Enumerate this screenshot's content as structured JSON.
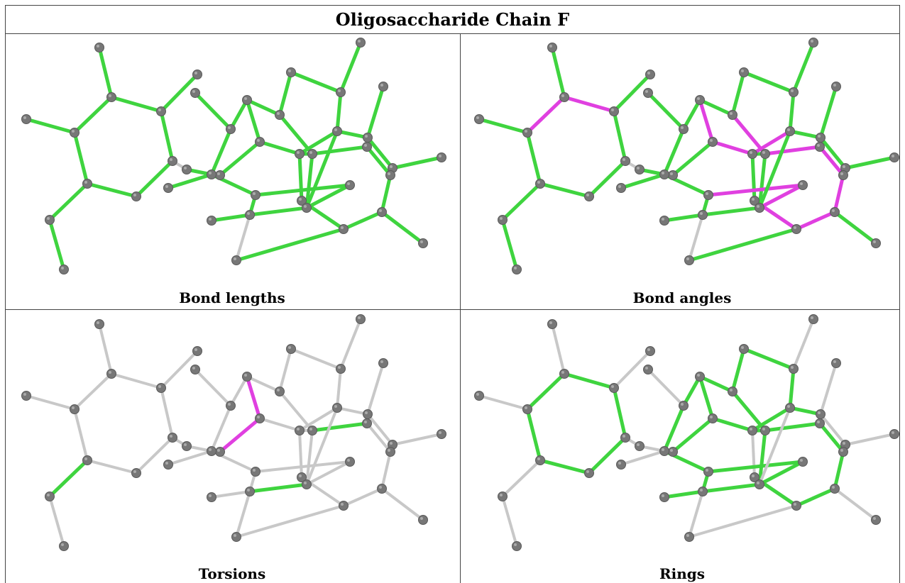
{
  "title": "Oligosaccharide Chain F",
  "panels": [
    {
      "label": "Bond lengths"
    },
    {
      "label": "Bond angles"
    },
    {
      "label": "Torsions"
    },
    {
      "label": "Rings"
    }
  ],
  "colors": {
    "atom": "#777777",
    "bond_default": "#3fd43f",
    "bond_grey": "#c8c8c8",
    "bond_magenta": "#e040e0",
    "border": "#444444"
  }
}
